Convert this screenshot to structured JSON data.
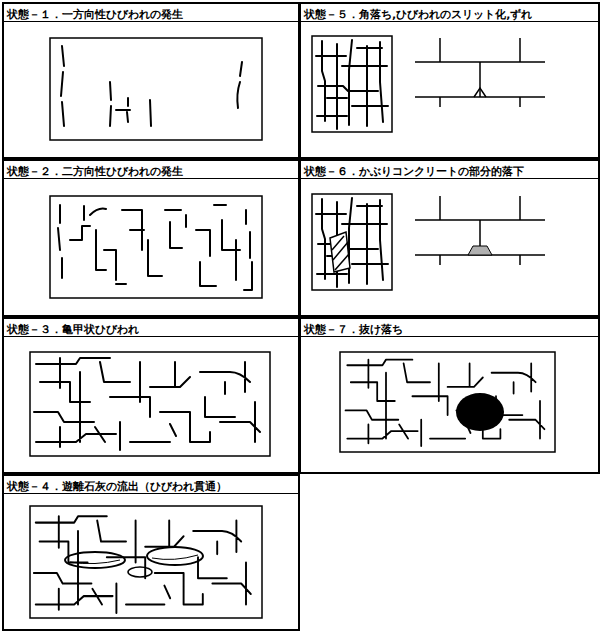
{
  "diagram": {
    "nodes": [
      {
        "text": [
          "状態－１．一方向性ひびわれの発生"
        ]
      },
      {
        "text": [
          "状態－２．二方向性ひびわれの発生"
        ]
      },
      {
        "text": [
          "状態－３．亀甲状ひびわれ"
        ]
      },
      {
        "text": [
          "状態－４．遊離石灰の流出（ひびわれ貫通）"
        ]
      },
      {
        "text": [
          "状態－５．角落ち,ひびわれのスリット化,ずれ"
        ]
      },
      {
        "text": [
          "状態－６．かぶりコンクリートの部分的落下"
        ]
      },
      {
        "text": [
          "状態－７．抜け落ち"
        ]
      }
    ]
  }
}
